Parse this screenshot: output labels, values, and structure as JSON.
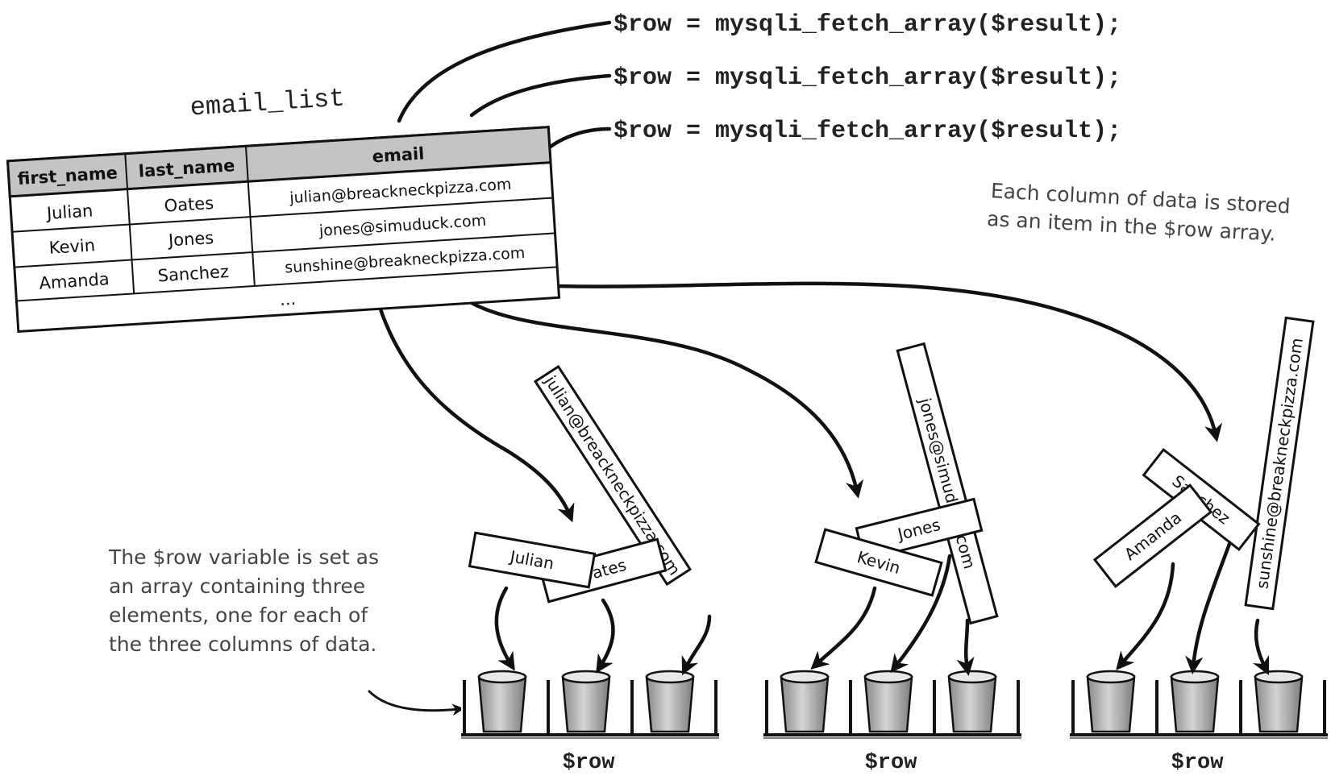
{
  "code_lines": [
    "$row = mysqli_fetch_array($result);",
    "$row = mysqli_fetch_array($result);",
    "$row = mysqli_fetch_array($result);"
  ],
  "table": {
    "title": "email_list",
    "headers": [
      "first_name",
      "last_name",
      "email"
    ],
    "rows": [
      [
        "Julian",
        "Oates",
        "julian@breackneckpizza.com"
      ],
      [
        "Kevin",
        "Jones",
        "jones@simuduck.com"
      ],
      [
        "Amanda",
        "Sanchez",
        "sunshine@breakneckpizza.com"
      ]
    ],
    "ellipsis": "..."
  },
  "notes": {
    "column_note": [
      "Each column of data is stored",
      "as an item in the $row array."
    ],
    "row_note": [
      "The $row variable is set as",
      "an array containing three",
      "elements, one for each of",
      "the three columns of data."
    ]
  },
  "arrays": [
    {
      "label": "$row",
      "first": "Julian",
      "last": "Oates",
      "email": "julian@breackneckpizza.com"
    },
    {
      "label": "$row",
      "first": "Kevin",
      "last": "Jones",
      "email": "jones@simuduck.com"
    },
    {
      "label": "$row",
      "first": "Amanda",
      "last": "Sanchez",
      "email": "sunshine@breakneckpizza.com"
    }
  ]
}
